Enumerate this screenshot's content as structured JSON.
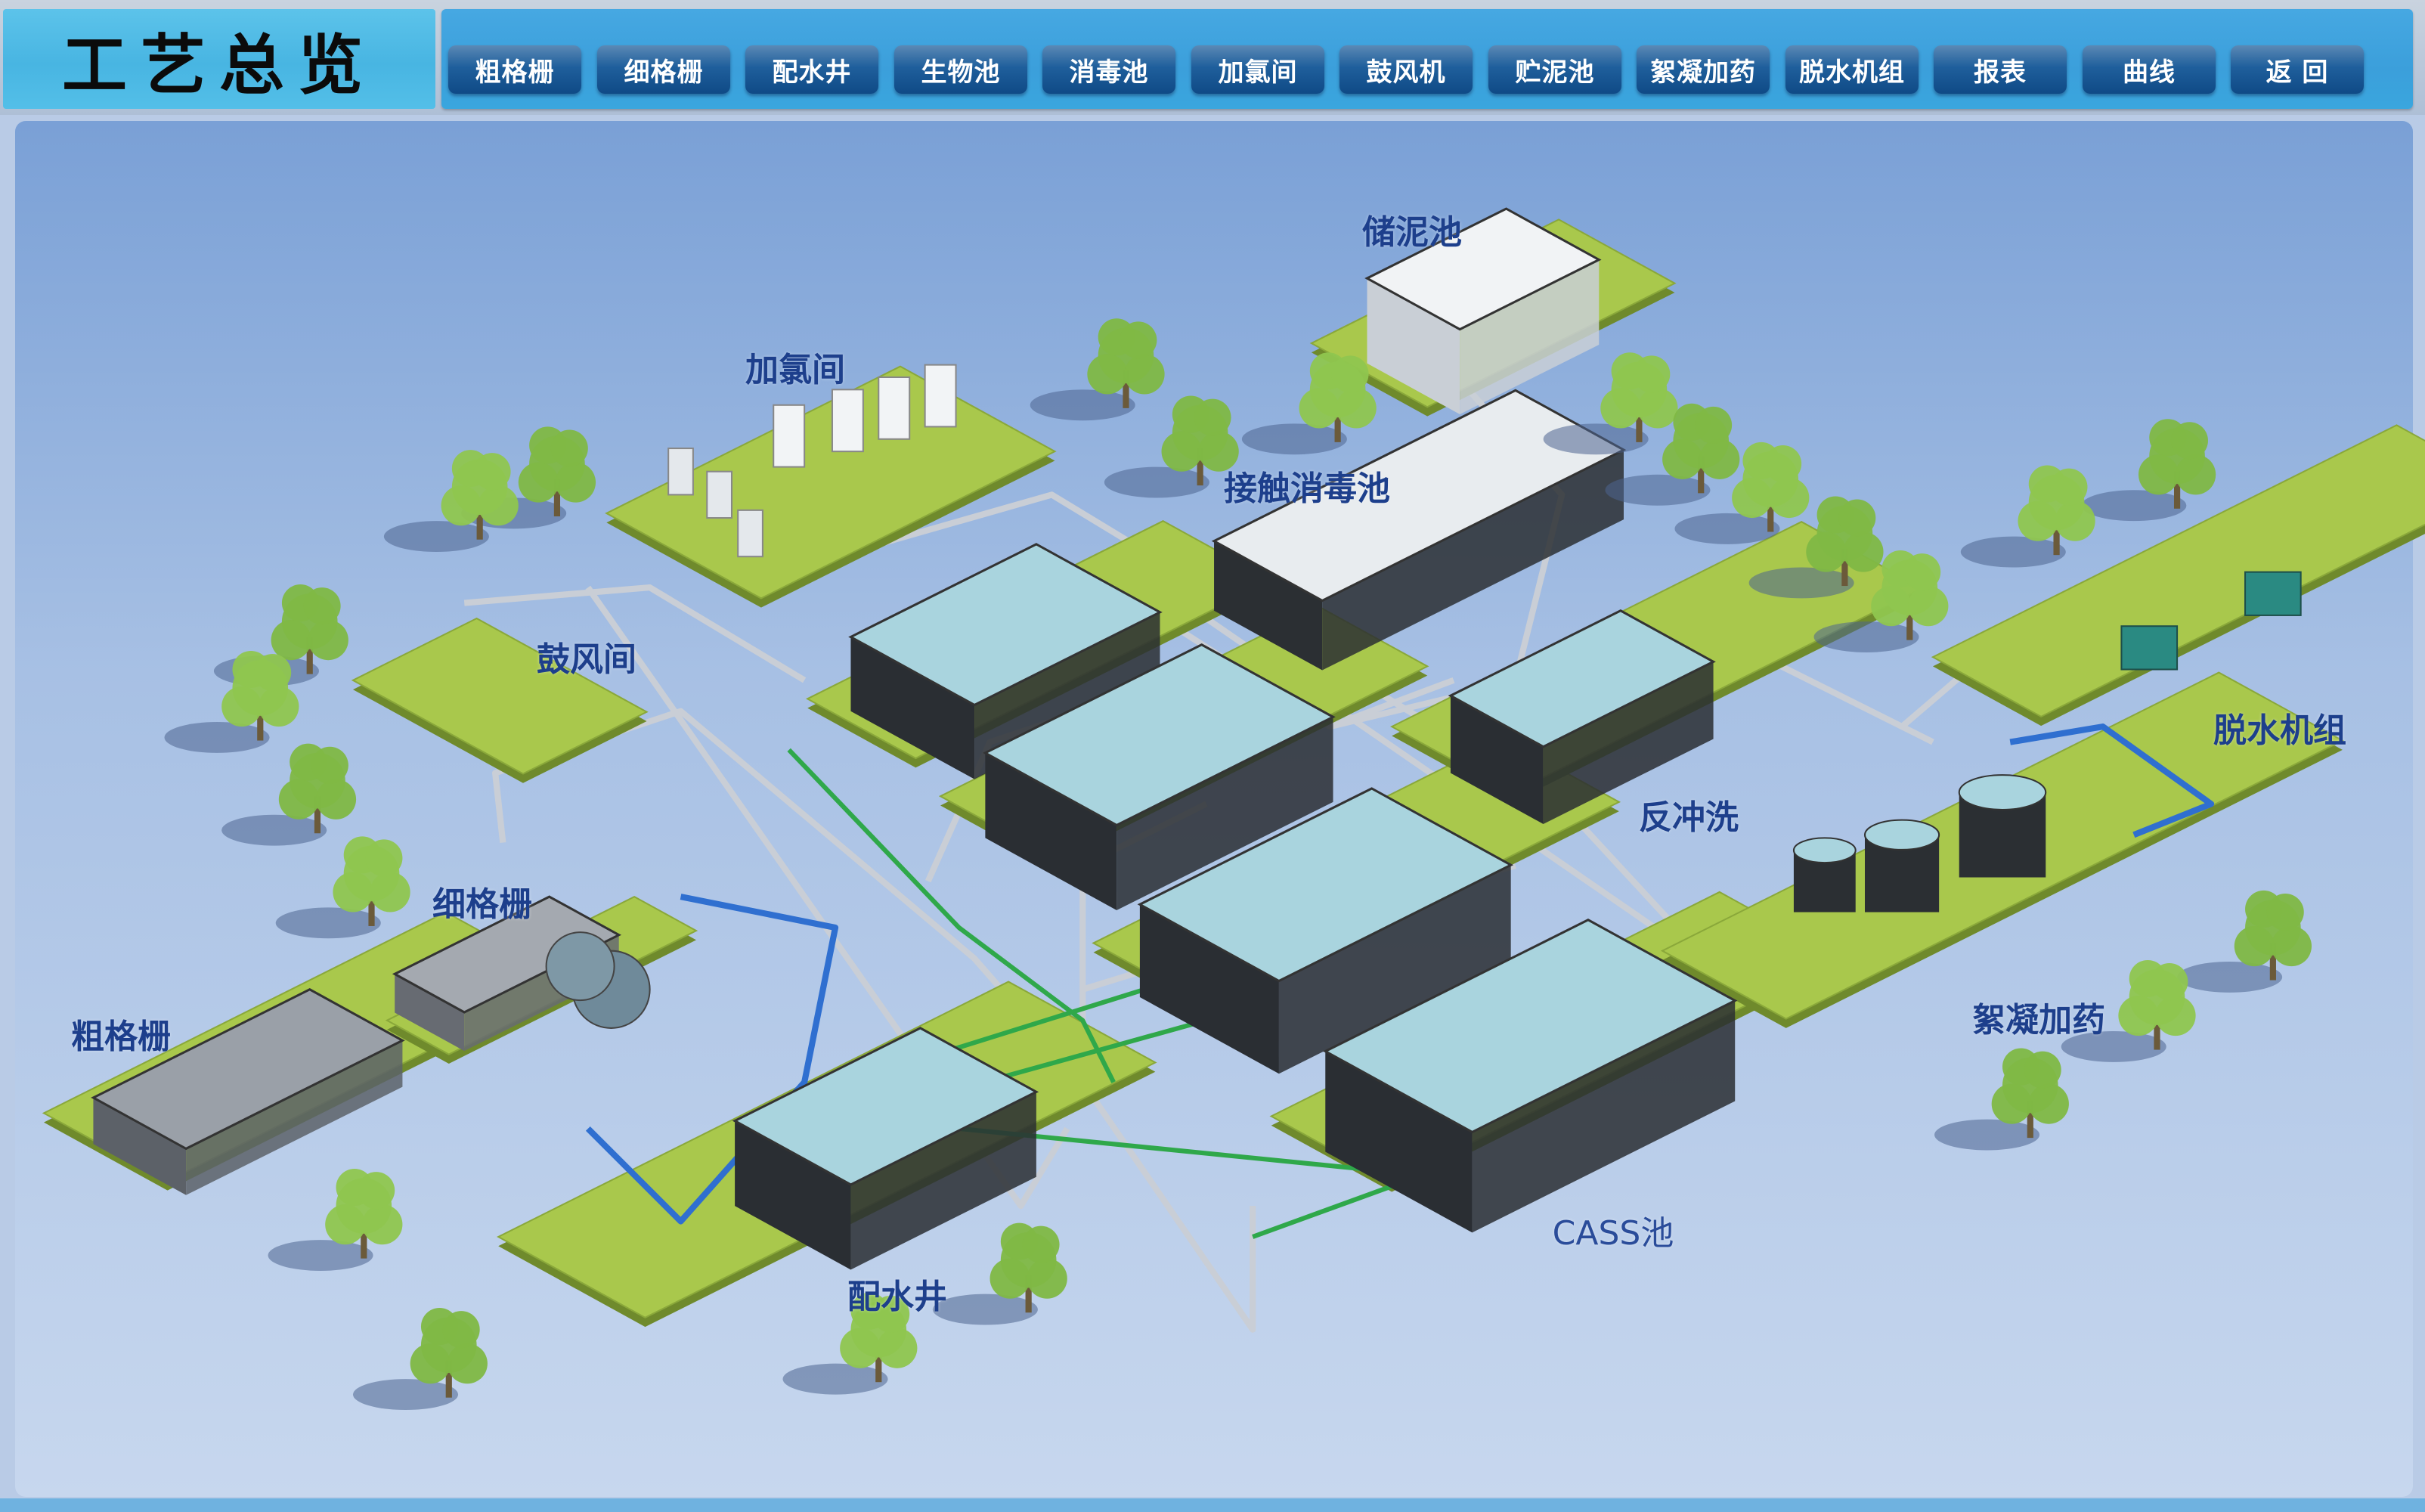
{
  "header": {
    "title": "工艺总览"
  },
  "nav": {
    "buttons": [
      "粗格栅",
      "细格栅",
      "配水井",
      "生物池",
      "消毒池",
      "加氯间",
      "鼓风机",
      "贮泥池",
      "絮凝加药",
      "脱水机组",
      "报表",
      "曲线",
      "返 回"
    ]
  },
  "diagram": {
    "labels": {
      "sludge_storage": "储泥池",
      "chlorination_room": "加氯间",
      "contact_disinfection": "接触消毒池",
      "blower_room": "鼓风间",
      "dewatering_unit": "脱水机组",
      "backwash": "反冲洗",
      "fine_screen": "细格栅",
      "flocculant_dosing": "絮凝加药",
      "coarse_screen": "粗格栅",
      "cass_tank": "CASS池",
      "distribution_well": "配水井"
    }
  },
  "colors": {
    "platform": "#a9c84c",
    "water": "#a9d4de",
    "tank_wall": "#2a2e33",
    "pipe": "#c9ced6",
    "pipe_green": "#2fa84a",
    "pipe_blue": "#2f6fd0",
    "label": "#1d3f8c"
  }
}
